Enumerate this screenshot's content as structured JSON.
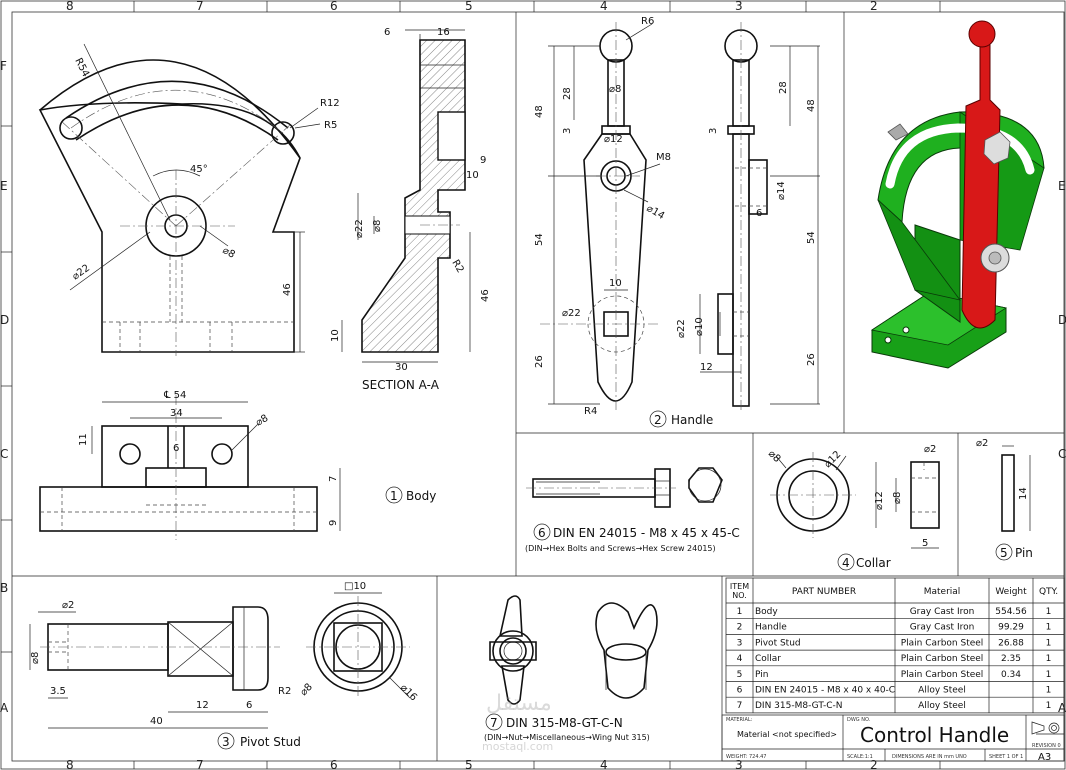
{
  "colors": {
    "body_green": "#18a018",
    "handle_red": "#d81818",
    "line": "#111111"
  },
  "zones": {
    "top": [
      "8",
      "7",
      "6",
      "5",
      "4",
      "3",
      "2"
    ],
    "bottom": [
      "8",
      "7",
      "6",
      "5",
      "4",
      "3",
      "2"
    ],
    "left": [
      "F",
      "E",
      "D",
      "C",
      "B",
      "A"
    ],
    "right": [
      "E",
      "D",
      "C",
      "A"
    ]
  },
  "body": {
    "label_num": "1",
    "label": "Body",
    "dims": {
      "r54": "R54",
      "r12": "R12",
      "r5": "R5",
      "ang45": "45°",
      "d22": "⌀22",
      "d8": "⌀8",
      "h46": "46",
      "w54": "℄ 54",
      "w34": "34",
      "h11": "11",
      "w6": "6",
      "d8b": "⌀8",
      "h7": "7",
      "h9": "9"
    }
  },
  "section": {
    "label": "SECTION A-A",
    "dims": {
      "w6": "6",
      "w16": "16",
      "w9": "9",
      "w10": "10",
      "d22": "⌀22",
      "d8": "⌀8",
      "r2": "R2",
      "h46": "46",
      "h10": "10",
      "w30": "30"
    }
  },
  "handle": {
    "label_num": "2",
    "label": "Handle",
    "dims": {
      "r6": "R6",
      "h48": "48",
      "h28": "28",
      "d8": "⌀8",
      "h3": "3",
      "d12": "⌀12",
      "m8": "M8",
      "d14": "⌀14",
      "h54": "54",
      "w10": "10",
      "d22": "⌀22",
      "h26": "26",
      "r4": "R4",
      "d14b": "⌀14",
      "w6": "6",
      "d22b": "⌀22",
      "d10": "⌀10",
      "w12": "12",
      "h3b": "3",
      "h28b": "28",
      "h48b": "48",
      "h54b": "54",
      "h26b": "26"
    }
  },
  "bolt": {
    "label_num": "6",
    "label": "DIN EN 24015 - M8 x 45 x 45-C",
    "path": "(DIN→Hex Bolts and Screws→Hex Screw 24015)"
  },
  "collar": {
    "label_num": "4",
    "label": "Collar",
    "dims": {
      "d8": "⌀8",
      "d12": "⌀12",
      "d2": "⌀2",
      "d12b": "⌀12",
      "d8b": "⌀8",
      "w5": "5"
    }
  },
  "pin": {
    "label_num": "5",
    "label": "Pin",
    "dims": {
      "d2": "⌀2",
      "l14": "14"
    }
  },
  "stud": {
    "label_num": "3",
    "label": "Pivot Stud",
    "dims": {
      "d2": "⌀2",
      "d8": "⌀8",
      "w35": "3.5",
      "w12": "12",
      "w6": "6",
      "w40": "40",
      "r2": "R2",
      "sq10": "□10",
      "d8b": "⌀8",
      "d16": "⌀16"
    }
  },
  "nut": {
    "label_num": "7",
    "label": "DIN 315-M8-GT-C-N",
    "path": "(DIN→Nut→Miscellaneous→Wing Nut 315)"
  },
  "bom": {
    "headers": [
      "ITEM NO.",
      "PART NUMBER",
      "Material",
      "Weight",
      "QTY."
    ],
    "rows": [
      [
        "1",
        "Body",
        "Gray Cast Iron",
        "554.56",
        "1"
      ],
      [
        "2",
        "Handle",
        "Gray Cast Iron",
        "99.29",
        "1"
      ],
      [
        "3",
        "Pivot Stud",
        "Plain Carbon Steel",
        "26.88",
        "1"
      ],
      [
        "4",
        "Collar",
        "Plain Carbon Steel",
        "2.35",
        "1"
      ],
      [
        "5",
        "Pin",
        "Plain Carbon Steel",
        "0.34",
        "1"
      ],
      [
        "6",
        "DIN EN 24015 - M8 x 40 x 40-C",
        "Alloy Steel",
        "",
        "1"
      ],
      [
        "7",
        "DIN 315-M8-GT-C-N",
        "Alloy Steel",
        "",
        "1"
      ]
    ]
  },
  "title_block": {
    "material_label": "MATERIAL:",
    "material": "Material <not specified>",
    "dwg_label": "DWG NO.",
    "title": "Control Handle",
    "revision": "REVISION 0",
    "size": "A3",
    "weight": "WEIGHT: 724.47",
    "scale": "SCALE:1:1",
    "dims_note": "DIMENSIONS ARE IN mm UNO",
    "sheet": "SHEET 1 OF 1"
  },
  "watermark": {
    "arabic": "مستقل",
    "latin": "mostaql.com"
  }
}
